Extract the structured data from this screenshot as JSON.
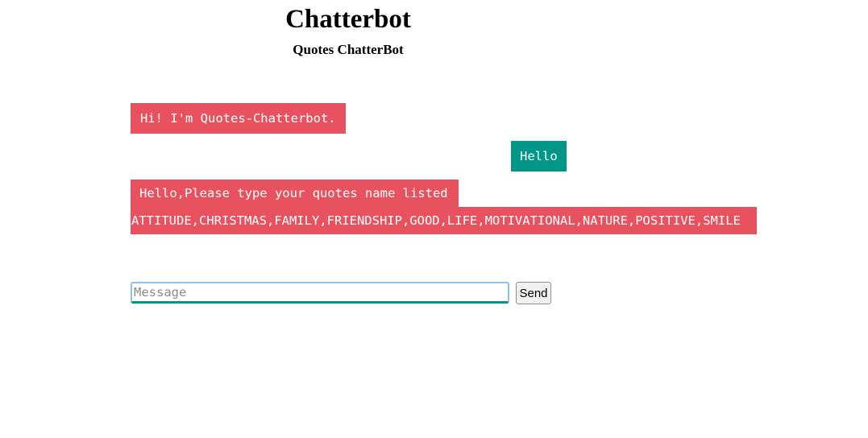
{
  "header": {
    "title": "Chatterbot",
    "subtitle": "Quotes ChatterBot"
  },
  "chat": {
    "messages": [
      {
        "sender": "bot",
        "text": "Hi! I'm Quotes-Chatterbot."
      },
      {
        "sender": "user",
        "text": "Hello"
      },
      {
        "sender": "bot",
        "text": "Hello,Please type your quotes name listed ATTITUDE,CHRISTMAS,FAMILY,FRIENDSHIP,GOOD,LIFE,MOTIVATIONAL,NATURE,POSITIVE,SMILE",
        "lines": [
          "Hello,Please type your quotes name listed",
          "ATTITUDE,CHRISTMAS,FAMILY,FRIENDSHIP,GOOD,LIFE,MOTIVATIONAL,NATURE,POSITIVE,SMILE"
        ]
      }
    ]
  },
  "composer": {
    "input_value": "",
    "input_placeholder": "Message",
    "send_label": "Send"
  },
  "colors": {
    "bot_bubble": "#e8525e",
    "user_bubble": "#009688",
    "input_border": "#90bfe8",
    "input_underline": "#009688"
  }
}
